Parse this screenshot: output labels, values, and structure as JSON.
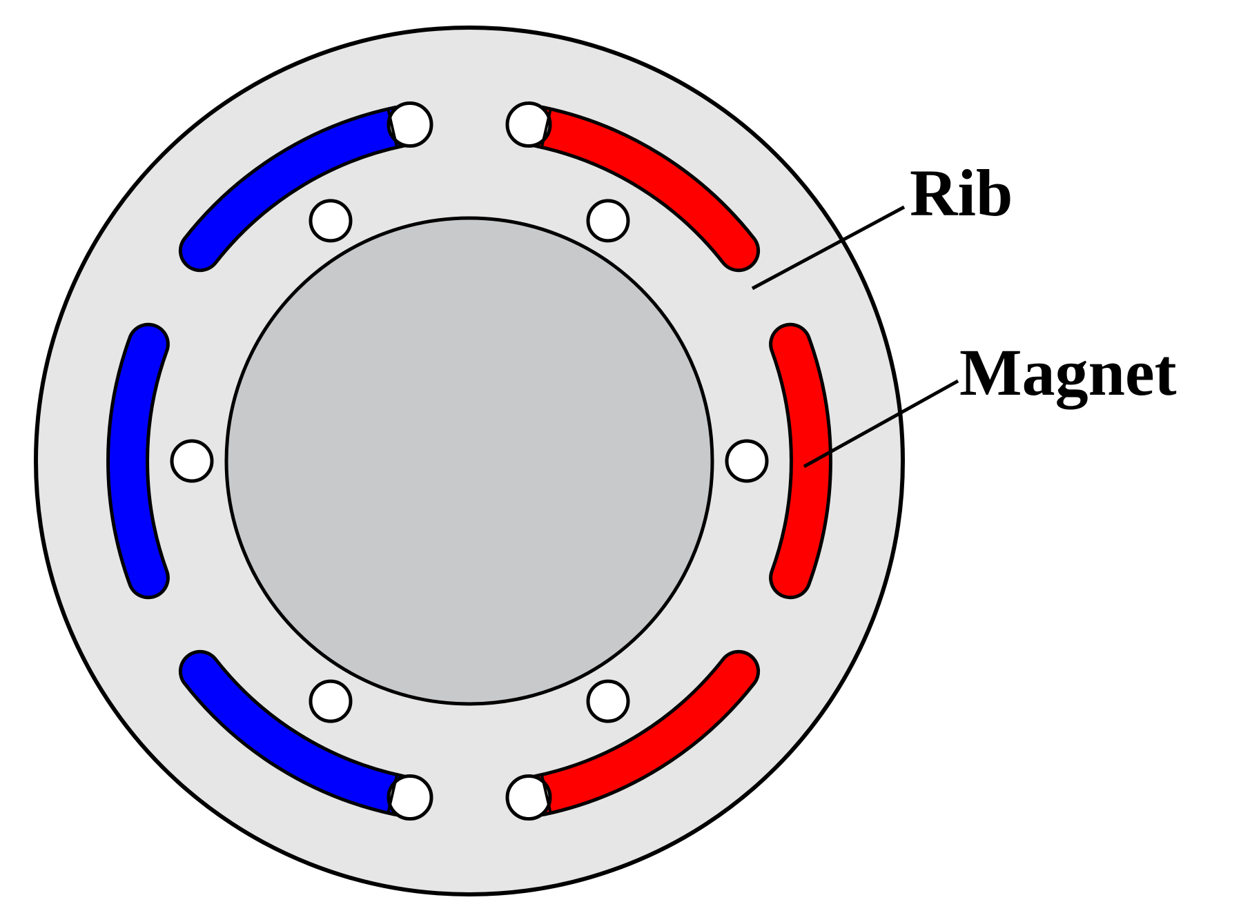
{
  "labels": {
    "rib": "Rib",
    "magnet": "Magnet"
  },
  "colors": {
    "rotor_core": "#e6e6e6",
    "shaft": "#c8c9cb",
    "magnet_north": "#ff0000",
    "magnet_south": "#0000ff",
    "air_barrier": "#ffffff",
    "outline": "#000000"
  },
  "structure": {
    "pole_count": 6,
    "magnets": [
      {
        "polarity": "south",
        "position": "upper-left"
      },
      {
        "polarity": "north",
        "position": "upper-right"
      },
      {
        "polarity": "south",
        "position": "left"
      },
      {
        "polarity": "north",
        "position": "right"
      },
      {
        "polarity": "south",
        "position": "lower-left"
      },
      {
        "polarity": "north",
        "position": "lower-right"
      }
    ],
    "air_holes": 6,
    "flux_barriers": 4
  }
}
